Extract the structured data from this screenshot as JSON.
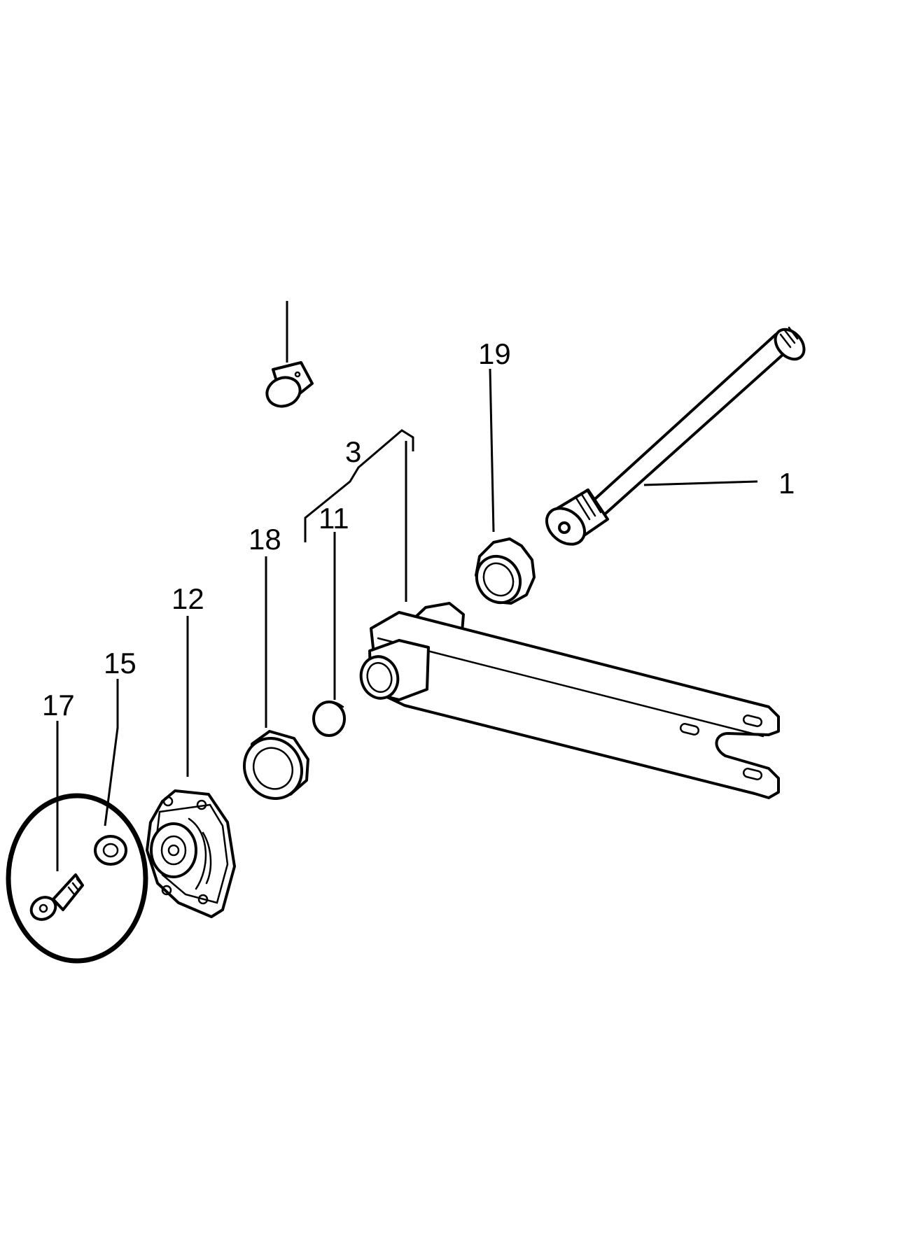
{
  "diagram": {
    "type": "exploded parts diagram",
    "line_color": "#000000",
    "background_color": "#ffffff",
    "callouts": [
      {
        "id": "c1",
        "label": "1"
      },
      {
        "id": "c3",
        "label": "3"
      },
      {
        "id": "c11",
        "label": "11"
      },
      {
        "id": "c12",
        "label": "12"
      },
      {
        "id": "c15",
        "label": "15"
      },
      {
        "id": "c17",
        "label": "17"
      },
      {
        "id": "c18",
        "label": "18"
      },
      {
        "id": "c19",
        "label": "19"
      }
    ],
    "highlight": {
      "encircled_callouts": [
        "17",
        "15"
      ]
    }
  }
}
